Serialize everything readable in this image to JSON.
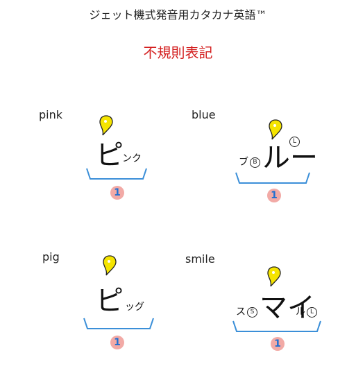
{
  "header": {
    "title": "ジェット機式発音用カタカナ英語™",
    "subtitle": "不規則表記"
  },
  "colors": {
    "subtitle": "#d42020",
    "bracket": "#3b8fd8",
    "pin_fill": "#f5e400",
    "badge_bg": "#f2aaa6",
    "badge_text": "#1f6fd1"
  },
  "cards": [
    {
      "word": "pink",
      "main": "ピ",
      "suffix": "ンク",
      "badge": "1"
    },
    {
      "word": "blue",
      "prefix": "ブ",
      "prefix_mark": "B",
      "main": "ルー",
      "main_mark": "L",
      "badge": "1"
    },
    {
      "word": "pig",
      "main": "ピ",
      "suffix": "ッグ",
      "badge": "1"
    },
    {
      "word": "smile",
      "prefix": "ス",
      "prefix_mark": "S",
      "main": "マイ",
      "suffix": "ル",
      "suffix_mark": "L",
      "badge": "1"
    }
  ]
}
